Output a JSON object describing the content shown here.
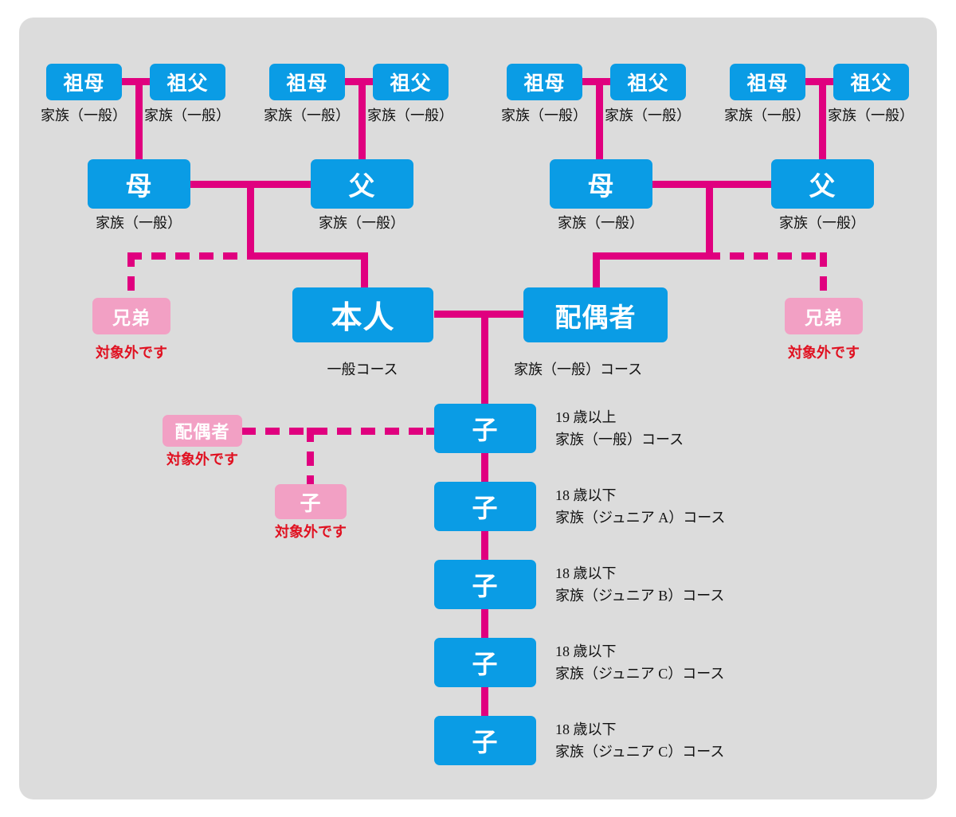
{
  "diagram": {
    "title": "family-membership-course-chart",
    "colors": {
      "panel_bg": "#dcdcdc",
      "node_blue": "#0a9ce5",
      "node_pink": "#f2a0c4",
      "connector": "#e0007f",
      "excluded_text": "#e01020"
    },
    "labels": {
      "grandmother": "祖母",
      "grandfather": "祖父",
      "mother": "母",
      "father": "父",
      "self": "本人",
      "spouse": "配偶者",
      "sibling": "兄弟",
      "child": "子"
    },
    "courses": {
      "family_general": "家族（一般）",
      "general_course": "一般コース",
      "family_general_course": "家族（一般）コース",
      "excluded": "対象外です"
    },
    "grandparents": [
      {
        "id": "gp1",
        "grandmother": "祖母",
        "grandmother_course": "家族（一般）",
        "grandfather": "祖父",
        "grandfather_course": "家族（一般）"
      },
      {
        "id": "gp2",
        "grandmother": "祖母",
        "grandmother_course": "家族（一般）",
        "grandfather": "祖父",
        "grandfather_course": "家族（一般）"
      },
      {
        "id": "gp3",
        "grandmother": "祖母",
        "grandmother_course": "家族（一般）",
        "grandfather": "祖父",
        "grandfather_course": "家族（一般）"
      },
      {
        "id": "gp4",
        "grandmother": "祖母",
        "grandmother_course": "家族（一般）",
        "grandfather": "祖父",
        "grandfather_course": "家族（一般）"
      }
    ],
    "parents": [
      {
        "id": "self-mother",
        "label": "母",
        "course": "家族（一般）"
      },
      {
        "id": "self-father",
        "label": "父",
        "course": "家族（一般）"
      },
      {
        "id": "spouse-mother",
        "label": "母",
        "course": "家族（一般）"
      },
      {
        "id": "spouse-father",
        "label": "父",
        "course": "家族（一般）"
      }
    ],
    "self": {
      "label": "本人",
      "course": "一般コース"
    },
    "spouse": {
      "label": "配偶者",
      "course": "家族（一般）コース"
    },
    "siblings": [
      {
        "id": "self-sibling",
        "label": "兄弟",
        "note": "対象外です"
      },
      {
        "id": "spouse-sibling",
        "label": "兄弟",
        "note": "対象外です"
      }
    ],
    "excluded_branch": {
      "child_spouse": {
        "label": "配偶者",
        "note": "対象外です"
      },
      "grandchild": {
        "label": "子",
        "note": "対象外です"
      }
    },
    "children": [
      {
        "id": "child-1",
        "label": "子",
        "age": "19 歳以上",
        "course": "家族（一般）コース"
      },
      {
        "id": "child-2",
        "label": "子",
        "age": "18 歳以下",
        "course": "家族（ジュニア A）コース"
      },
      {
        "id": "child-3",
        "label": "子",
        "age": "18 歳以下",
        "course": "家族（ジュニア B）コース"
      },
      {
        "id": "child-4",
        "label": "子",
        "age": "18 歳以下",
        "course": "家族（ジュニア C）コース"
      },
      {
        "id": "child-5",
        "label": "子",
        "age": "18 歳以下",
        "course": "家族（ジュニア C）コース"
      }
    ]
  }
}
